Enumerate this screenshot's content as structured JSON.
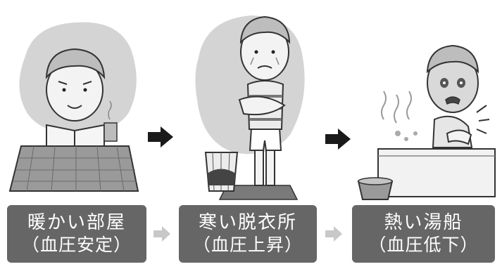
{
  "stages": [
    {
      "title": "暖かい部屋",
      "condition": "（血圧安定）",
      "illustration": "man-reading-at-kotatsu-warm-room"
    },
    {
      "title": "寒い脱衣所",
      "condition": "（血圧上昇）",
      "illustration": "man-shivering-in-underwear-changing-room"
    },
    {
      "title": "熱い湯船",
      "condition": "（血圧低下）",
      "illustration": "man-in-hot-bath-clutching-chest"
    }
  ],
  "colors": {
    "label_box": "#666666",
    "label_text": "#ffffff",
    "top_arrow": "#1a1a1a",
    "bottom_arrow": "#c8c8c8"
  }
}
